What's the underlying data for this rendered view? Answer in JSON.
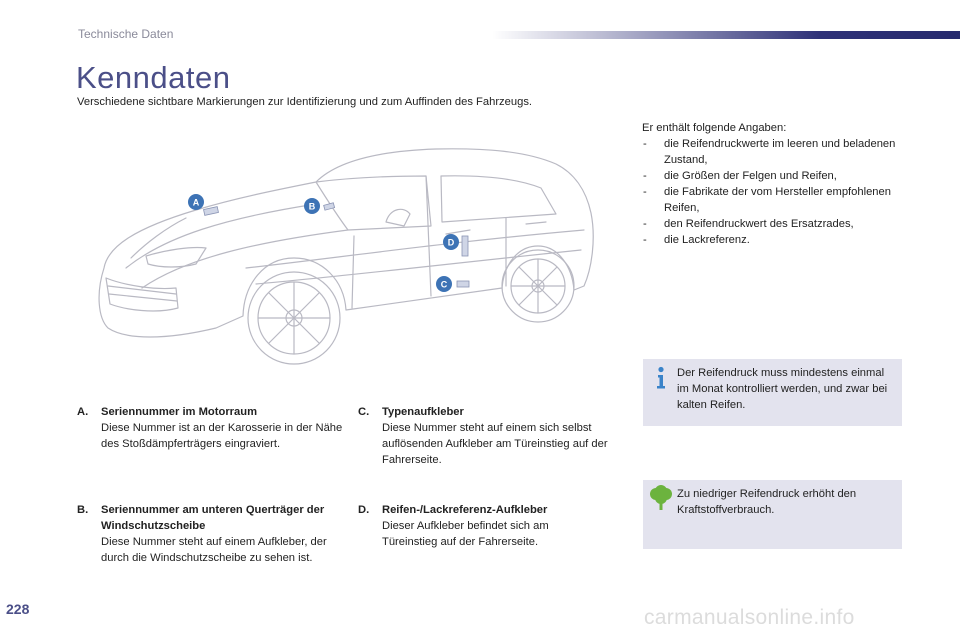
{
  "header": {
    "section": "Technische Daten"
  },
  "title": "Kenndaten",
  "subtitle": "Verschiedene sichtbare Markierungen zur Identifizierung und zum Auffinden des Fahrzeugs.",
  "car_labels": [
    "A",
    "B",
    "C",
    "D"
  ],
  "intro": {
    "heading": "Er enthält folgende Angaben:",
    "items": [
      "die Reifendruckwerte im leeren und beladenen Zustand,",
      "die Größen der Felgen und Reifen,",
      "die Fabrikate der vom Hersteller empfohlenen Reifen,",
      "den Reifendruckwert des Ersatzrades,",
      "die Lackreferenz."
    ]
  },
  "info_box": {
    "icon": "info-icon",
    "text": "Der Reifendruck muss mindestens einmal im Monat kontrolliert werden, und zwar bei kalten Reifen."
  },
  "eco_box": {
    "icon": "eco-tree-icon",
    "text": "Zu niedriger Reifendruck erhöht den Kraftstoffverbrauch."
  },
  "items": [
    {
      "letter": "A.",
      "name": "Seriennummer im Motorraum",
      "desc": "Diese Nummer ist an der Karosserie in der Nähe des Stoßdämpferträgers eingraviert."
    },
    {
      "letter": "B.",
      "name": "Seriennummer am unteren Querträger der Windschutzscheibe",
      "desc": "Diese Nummer steht auf einem Aufkleber, der durch die Windschutzscheibe zu sehen ist."
    },
    {
      "letter": "C.",
      "name": "Typenaufkleber",
      "desc": "Diese Nummer steht auf einem sich selbst auflösenden Aufkleber am Türeinstieg auf der Fahrerseite."
    },
    {
      "letter": "D.",
      "name": "Reifen-/Lackreferenz-Aufkleber",
      "desc": "Dieser Aufkleber befindet sich am Türeinstieg auf der Fahrerseite."
    }
  ],
  "page_number": "228",
  "watermark": "carmanualsonline.info",
  "colors": {
    "title": "#4b4f88",
    "badge": "#3d73b5",
    "box_bg": "#e3e3ee",
    "eco": "#6cb33e",
    "info": "#3a83c9"
  }
}
